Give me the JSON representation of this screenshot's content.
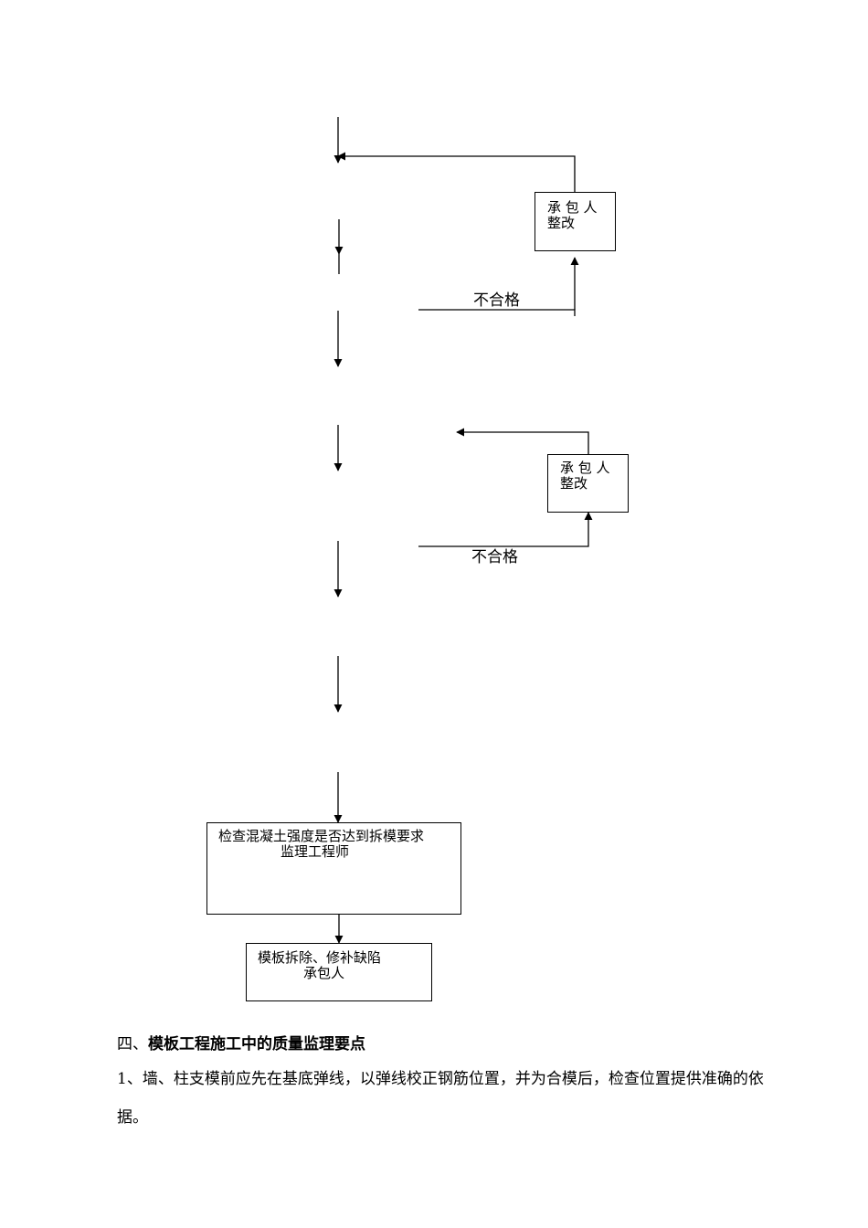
{
  "flowchart": {
    "fix_box_1": {
      "line1": "承 包 人",
      "line2": "整改"
    },
    "fail_label_1": "不合格",
    "fix_box_2": {
      "line1": "承 包 人",
      "line2": "整改"
    },
    "fail_label_2": "不合格",
    "check_box": {
      "line1": "检查混凝土强度是否达到拆模要求",
      "line2": "监理工程师"
    },
    "remove_box": {
      "line1": "模板拆除、修补缺陷",
      "line2": "承包人"
    }
  },
  "section": {
    "heading_number": "四、",
    "heading_text": "模板工程施工中的质量监理要点",
    "paragraph": "1、墙、柱支模前应先在基底弹线，以弹线校正钢筋位置，并为合模后，检查位置提供准确的依据。"
  }
}
